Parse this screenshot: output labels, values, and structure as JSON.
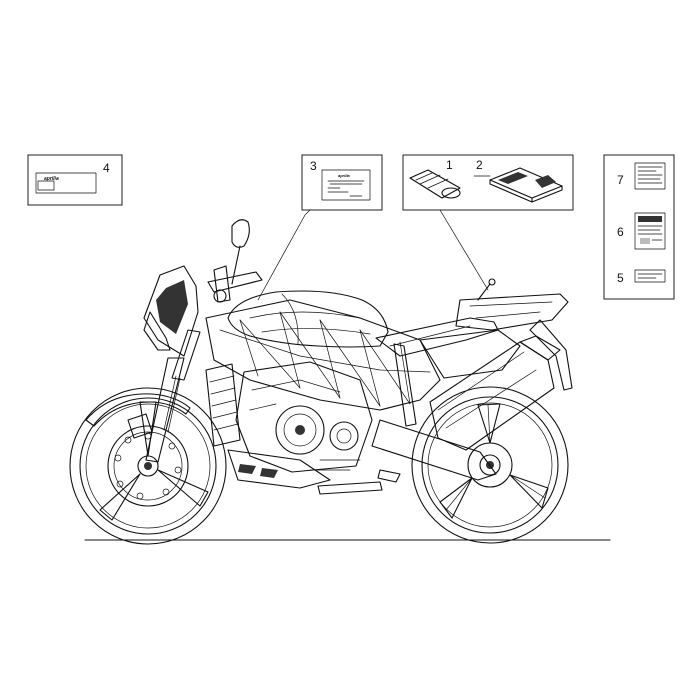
{
  "callouts": [
    {
      "id": "label-4",
      "number": "4"
    },
    {
      "id": "label-3",
      "number": "3"
    },
    {
      "id": "label-1",
      "number": "1"
    },
    {
      "id": "label-2",
      "number": "2"
    },
    {
      "id": "label-7",
      "number": "7"
    },
    {
      "id": "label-6",
      "number": "6"
    },
    {
      "id": "label-5",
      "number": "5"
    }
  ],
  "sticker_text": {
    "brand_small": "aprilia",
    "brand_card": "aprilia"
  }
}
